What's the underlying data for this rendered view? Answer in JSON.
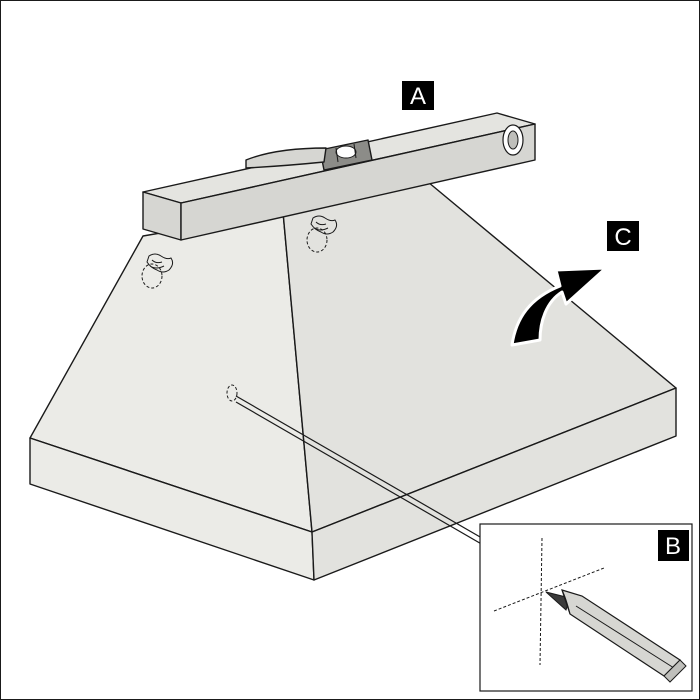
{
  "labels": {
    "a": "A",
    "b": "B",
    "c": "C"
  },
  "colors": {
    "hood_face": "#ebebe7",
    "hood_side": "#e2e2de",
    "level_body": "#d6d6d2",
    "level_top": "#e4e4e0",
    "arrow": "#000000",
    "label_bg": "#000000",
    "label_fg": "#ffffff"
  }
}
